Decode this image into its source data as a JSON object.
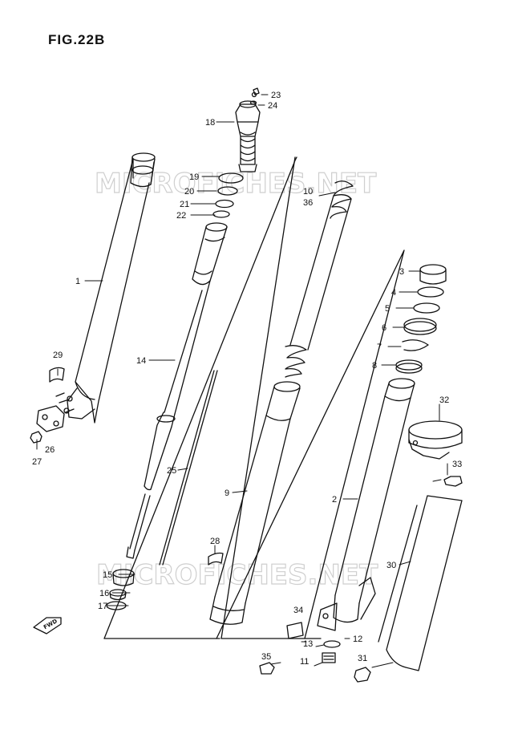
{
  "figure_title": "FIG.22B",
  "watermark": "MICROFICHES.NET",
  "direction_label": "FWD",
  "colors": {
    "line": "#111111",
    "watermark": "#d4d4d4"
  },
  "callouts": [
    "1",
    "2",
    "3",
    "4",
    "5",
    "6",
    "7",
    "8",
    "9",
    "10",
    "11",
    "12",
    "13",
    "14",
    "15",
    "16",
    "17",
    "18",
    "19",
    "20",
    "21",
    "22",
    "23",
    "24",
    "25",
    "26",
    "27",
    "28",
    "29",
    "30",
    "31",
    "32",
    "33",
    "34",
    "35",
    "36"
  ]
}
